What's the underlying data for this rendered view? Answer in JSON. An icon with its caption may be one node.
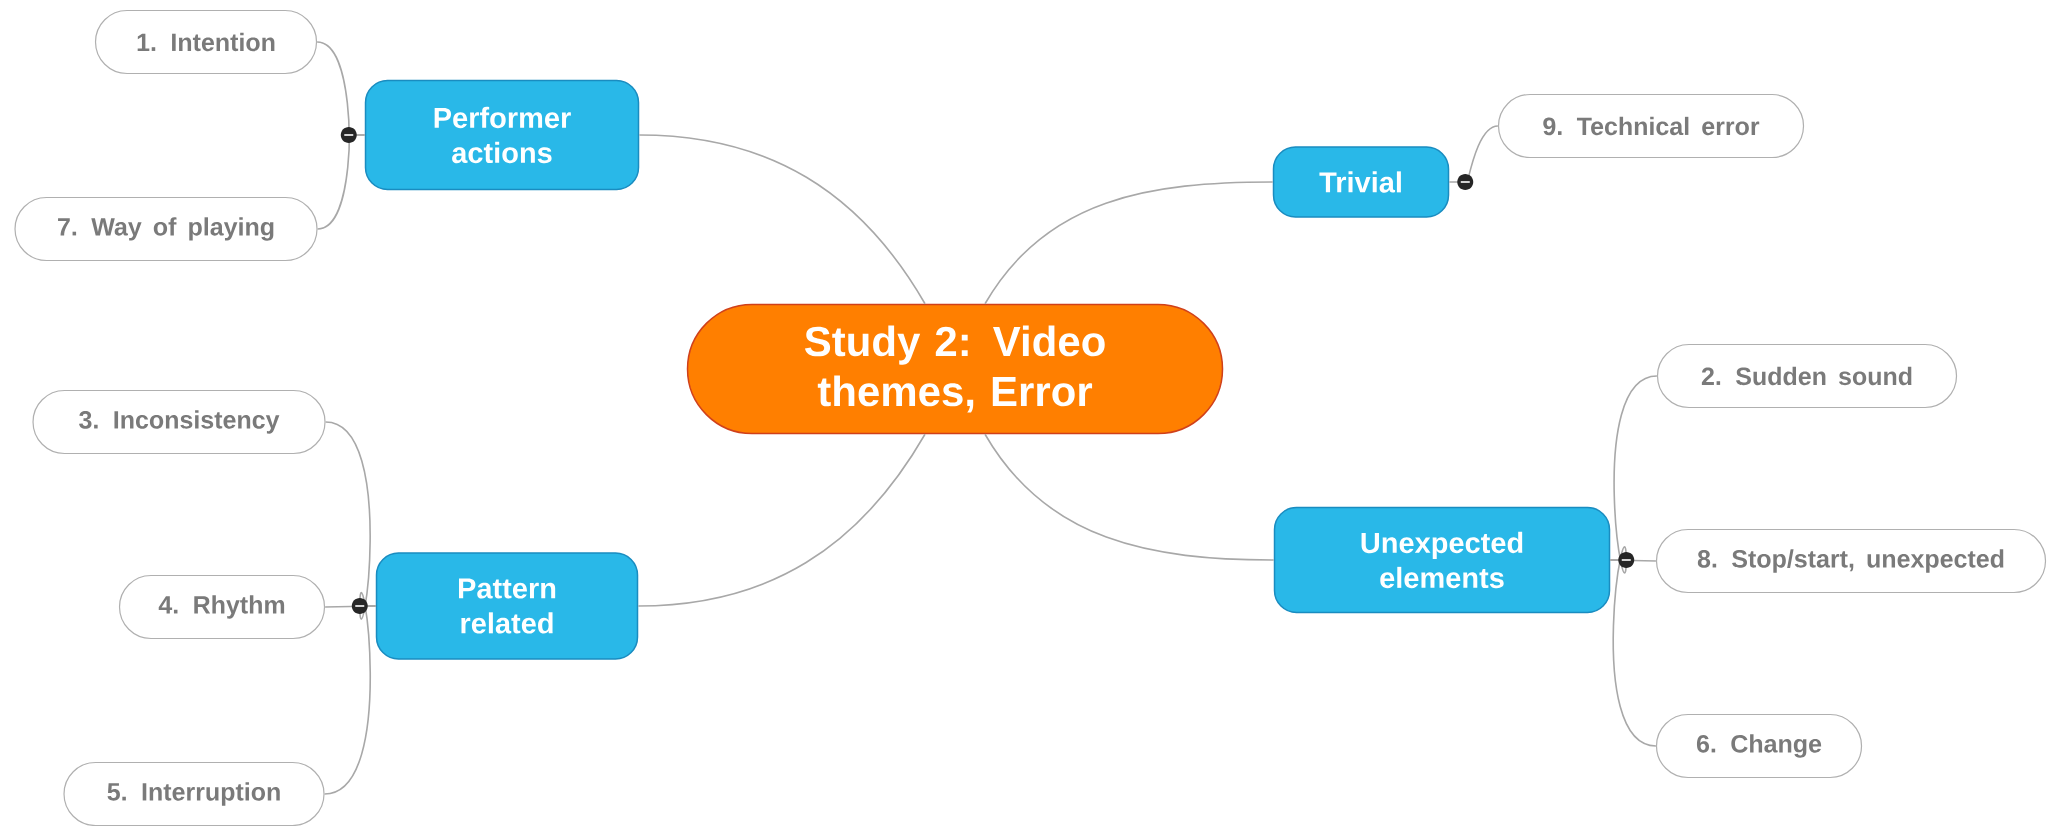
{
  "diagram": {
    "nodes": [
      {
        "text": [
          "Study 2: Video themes, Error"
        ]
      },
      {
        "text": [
          "Performer actions"
        ]
      },
      {
        "text": [
          "1. Intention"
        ]
      },
      {
        "text": [
          "7. Way of playing"
        ]
      },
      {
        "text": [
          "Pattern related"
        ]
      },
      {
        "text": [
          "3. Inconsistency"
        ]
      },
      {
        "text": [
          "4. Rhythm"
        ]
      },
      {
        "text": [
          "5. Interruption"
        ]
      },
      {
        "text": [
          "Trivial"
        ]
      },
      {
        "text": [
          "9. Technical error"
        ]
      },
      {
        "text": [
          "Unexpected elements"
        ]
      },
      {
        "text": [
          "2. Sudden sound"
        ]
      },
      {
        "text": [
          "8. Stop/start, unexpected"
        ]
      },
      {
        "text": [
          "6. Change"
        ]
      }
    ],
    "edges": [
      {
        "from": 0,
        "to": 1,
        "arrow": "none"
      },
      {
        "from": 0,
        "to": 4,
        "arrow": "none"
      },
      {
        "from": 0,
        "to": 8,
        "arrow": "none"
      },
      {
        "from": 0,
        "to": 10,
        "arrow": "none"
      },
      {
        "from": 1,
        "to": 2,
        "arrow": "none"
      },
      {
        "from": 1,
        "to": 3,
        "arrow": "none"
      },
      {
        "from": 4,
        "to": 5,
        "arrow": "none"
      },
      {
        "from": 4,
        "to": 6,
        "arrow": "none"
      },
      {
        "from": 4,
        "to": 7,
        "arrow": "none"
      },
      {
        "from": 8,
        "to": 9,
        "arrow": "none"
      },
      {
        "from": 10,
        "to": 11,
        "arrow": "none"
      },
      {
        "from": 10,
        "to": 12,
        "arrow": "none"
      },
      {
        "from": 10,
        "to": 13,
        "arrow": "none"
      }
    ]
  }
}
